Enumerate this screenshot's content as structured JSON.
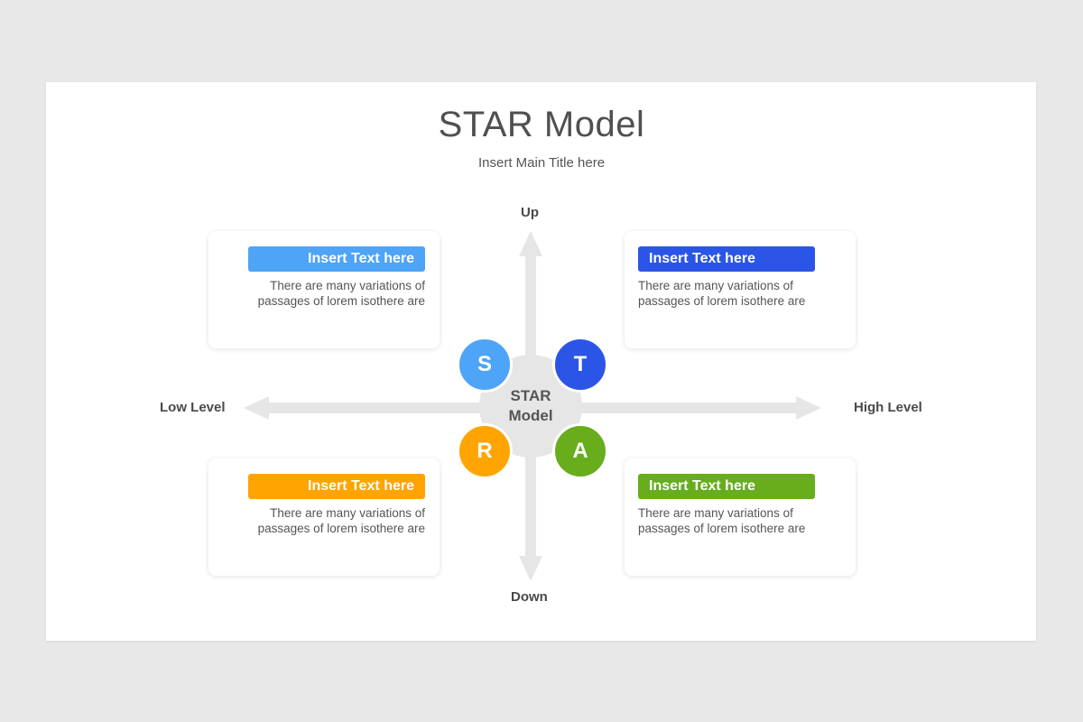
{
  "title": "STAR Model",
  "subtitle": "Insert Main Title here",
  "axes": {
    "up": "Up",
    "down": "Down",
    "left": "Low Level",
    "right": "High Level"
  },
  "center": {
    "line1": "STAR",
    "line2": "Model"
  },
  "letters": [
    {
      "letter": "S",
      "color": "#4ea4f7"
    },
    {
      "letter": "T",
      "color": "#2b55e6"
    },
    {
      "letter": "R",
      "color": "#ffa400"
    },
    {
      "letter": "A",
      "color": "#67ad1c"
    }
  ],
  "cards": [
    {
      "header": "Insert Text here",
      "line1": "There are many variations of",
      "line2": "passages of lorem isothere are",
      "color": "#4ea4f7"
    },
    {
      "header": "Insert Text here",
      "line1": "There are many variations of",
      "line2": "passages of lorem isothere are",
      "color": "#2b55e6"
    },
    {
      "header": "Insert Text here",
      "line1": "There are many variations of",
      "line2": "passages of lorem isothere are",
      "color": "#ffa400"
    },
    {
      "header": "Insert Text here",
      "line1": "There are many variations of",
      "line2": "passages of lorem isothere are",
      "color": "#67ad1c"
    }
  ]
}
